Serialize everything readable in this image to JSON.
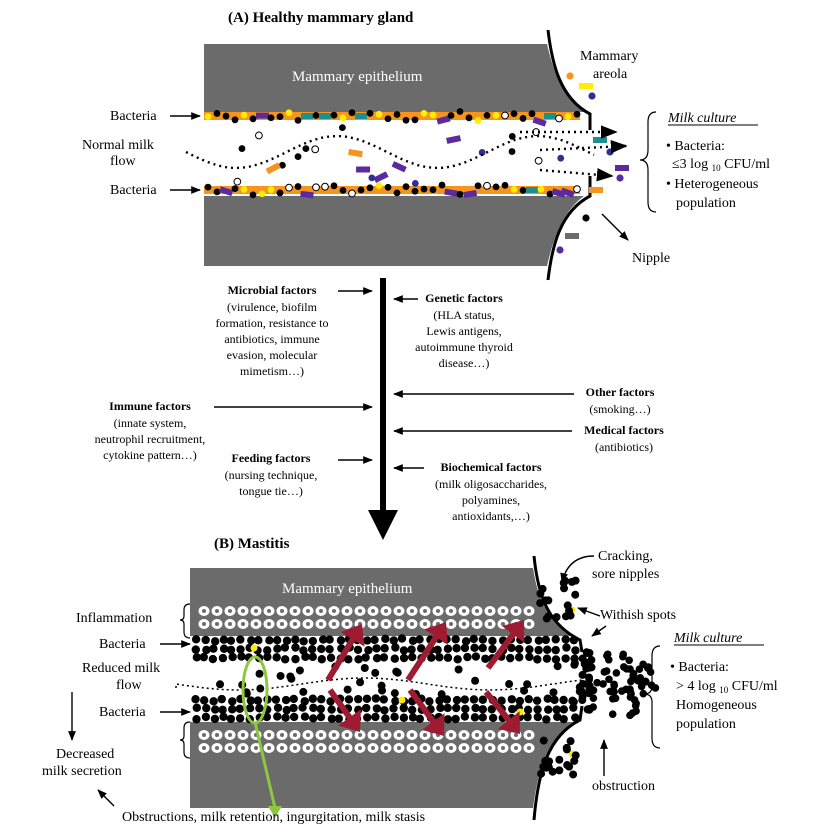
{
  "panel_a": {
    "title": "(A) Healthy mammary gland",
    "epithelium": "Mammary epithelium",
    "areola_line1": "Mammary",
    "areola_line2": "areola",
    "bacteria_top": "Bacteria",
    "bacteria_bottom": "Bacteria",
    "milk_flow_line1": "Normal milk",
    "milk_flow_line2": "flow",
    "nipple": "Nipple",
    "culture_heading": "Milk culture",
    "culture_b1_line1": "• Bacteria:",
    "culture_b1_line2_pre": "≤3 log",
    "culture_b1_sub": "10",
    "culture_b1_line2_post": " CFU/ml",
    "culture_b2_line1": "• Heterogeneous",
    "culture_b2_line2": "population"
  },
  "factors": {
    "microbial": {
      "title": "Microbial factors",
      "lines": [
        "(virulence, biofilm",
        "formation, resistance to",
        "antibiotics, immune",
        "evasion, molecular",
        "mimetism…)"
      ]
    },
    "genetic": {
      "title": "Genetic factors",
      "lines": [
        "(HLA status,",
        "Lewis antigens,",
        "autoimmune thyroid",
        "disease…)"
      ]
    },
    "immune": {
      "title": "Immune factors",
      "lines": [
        "(innate system,",
        "neutrophil recruitment,",
        "cytokine pattern…)"
      ]
    },
    "other": {
      "title": "Other factors",
      "lines": [
        "(smoking…)"
      ]
    },
    "medical": {
      "title": "Medical factors",
      "lines": [
        "(antibiotics)"
      ]
    },
    "feeding": {
      "title": "Feeding factors",
      "lines": [
        "(nursing technique,",
        "tongue tie…)"
      ]
    },
    "biochemical": {
      "title": "Biochemical factors",
      "lines": [
        "(milk oligosaccharides,",
        "polyamines,",
        "antioxidants,…)"
      ]
    }
  },
  "panel_b": {
    "title": "(B) Mastitis",
    "epithelium": "Mammary epithelium",
    "cracking_line1": "Cracking,",
    "cracking_line2": "sore nipples",
    "withish": "Withish spots",
    "inflammation": "Inflammation",
    "bacteria_top": "Bacteria",
    "bacteria_bottom": "Bacteria",
    "reduced_line1": "Reduced milk",
    "reduced_line2": "flow",
    "decreased_line1": "Decreased",
    "decreased_line2": "milk secretion",
    "culture_heading": "Milk culture",
    "culture_b1_line1": "• Bacteria:",
    "culture_b1_line2_pre": "> 4 log",
    "culture_b1_sub": "10",
    "culture_b1_line2_post": " CFU/ml",
    "culture_b2_line1": "Homogeneous",
    "culture_b2_line2": "population",
    "obstruction": "obstruction",
    "obstructions": "Obstructions, milk retention, ingurgitation, milk stasis"
  },
  "colors": {
    "epithelium": "#6b6b6b",
    "orange": "#f7941d",
    "purple": "#5b2a9e",
    "yellow": "#ffec00",
    "teal": "#1f8e8e",
    "navy": "#2e3192",
    "crimson": "#9e1b32",
    "green": "#8dc63f"
  }
}
